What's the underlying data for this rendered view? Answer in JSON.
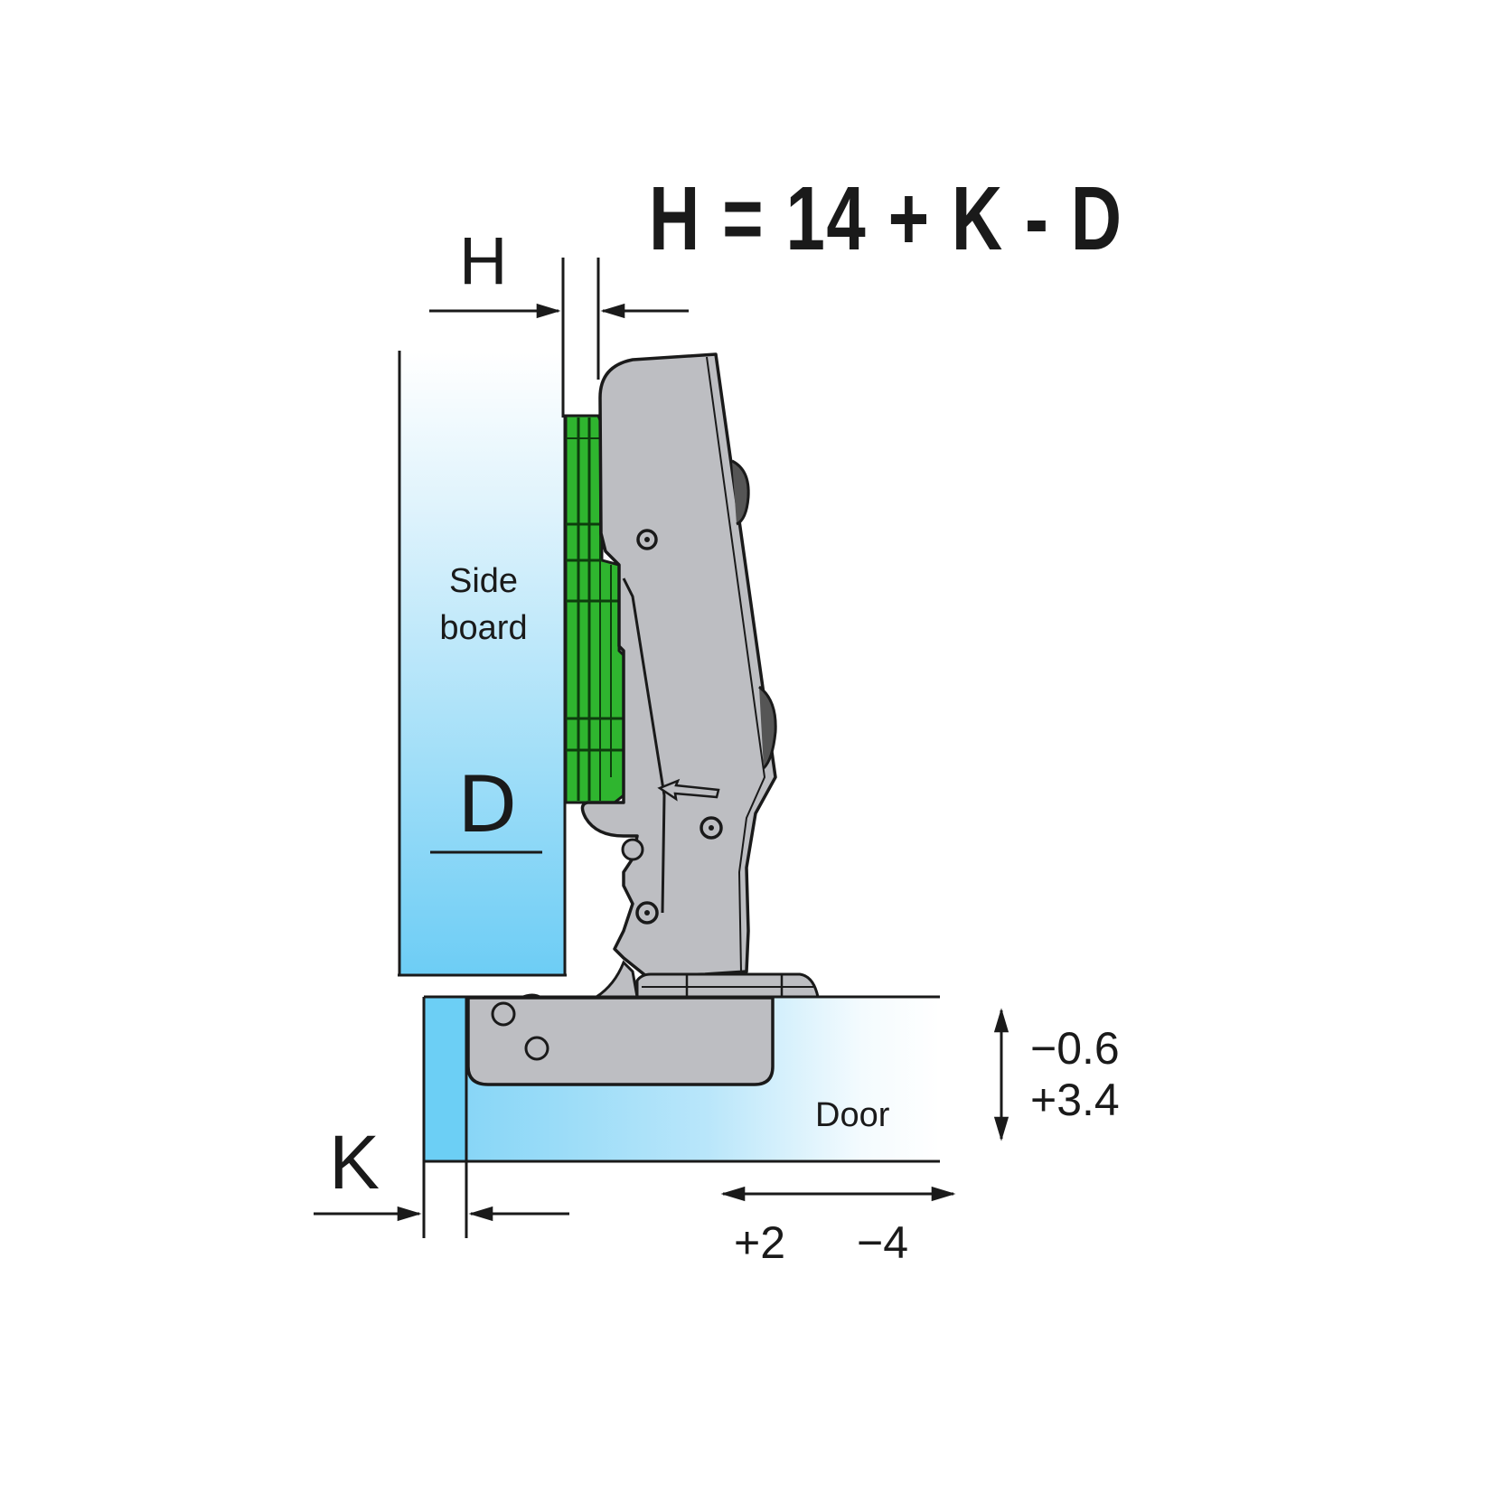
{
  "diagram": {
    "title": "Concealed cabinet hinge overlay adjustment diagram",
    "formula": "H = 14 + K - D",
    "dimension_labels": {
      "H": "H",
      "K": "K",
      "D": "D"
    },
    "parts": {
      "side_board": [
        "Side",
        "board"
      ],
      "door": "Door"
    },
    "adjustments": {
      "depth": {
        "top": "−0.6",
        "bottom": "+3.4"
      },
      "side": {
        "left": "+2",
        "right": "−4"
      }
    },
    "colors": {
      "board_light": "#ffffff",
      "board_dark": "#6ccff5",
      "hinge_metal": "#bdbec2",
      "mounting_plate": "#2fb52f",
      "line": "#1a1a1a"
    }
  }
}
